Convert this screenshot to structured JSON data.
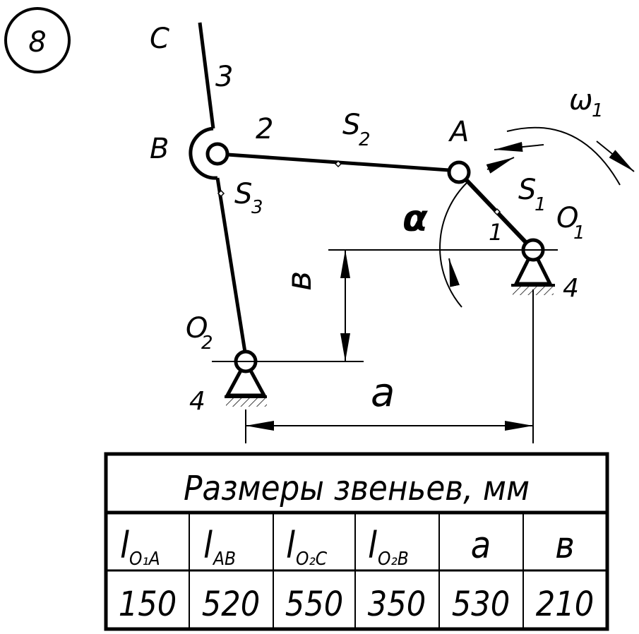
{
  "variant": "8",
  "labels": {
    "C": "C",
    "link3": "3",
    "B": "B",
    "link2": "2",
    "S2": "S",
    "S2_sub": "2",
    "A": "A",
    "omega": "ω",
    "omega_sub": "1",
    "S1": "S",
    "S1_sub": "1",
    "alpha": "α",
    "O1": "O",
    "O1_sub": "1",
    "link1": "1",
    "S3": "S",
    "S3_sub": "3",
    "b": "в",
    "support_right": "4",
    "O2": "O",
    "O2_sub": "2",
    "support_left": "4",
    "a": "a"
  },
  "table": {
    "title": "Размеры звеньев, мм",
    "headers": [
      {
        "main": "l",
        "sub": "O₁A"
      },
      {
        "main": "l",
        "sub": "AB"
      },
      {
        "main": "l",
        "sub": "O₂C"
      },
      {
        "main": "l",
        "sub": "O₂B"
      },
      {
        "main": "a",
        "sub": ""
      },
      {
        "main": "в",
        "sub": ""
      }
    ],
    "values": [
      "150",
      "520",
      "550",
      "350",
      "530",
      "210"
    ]
  }
}
